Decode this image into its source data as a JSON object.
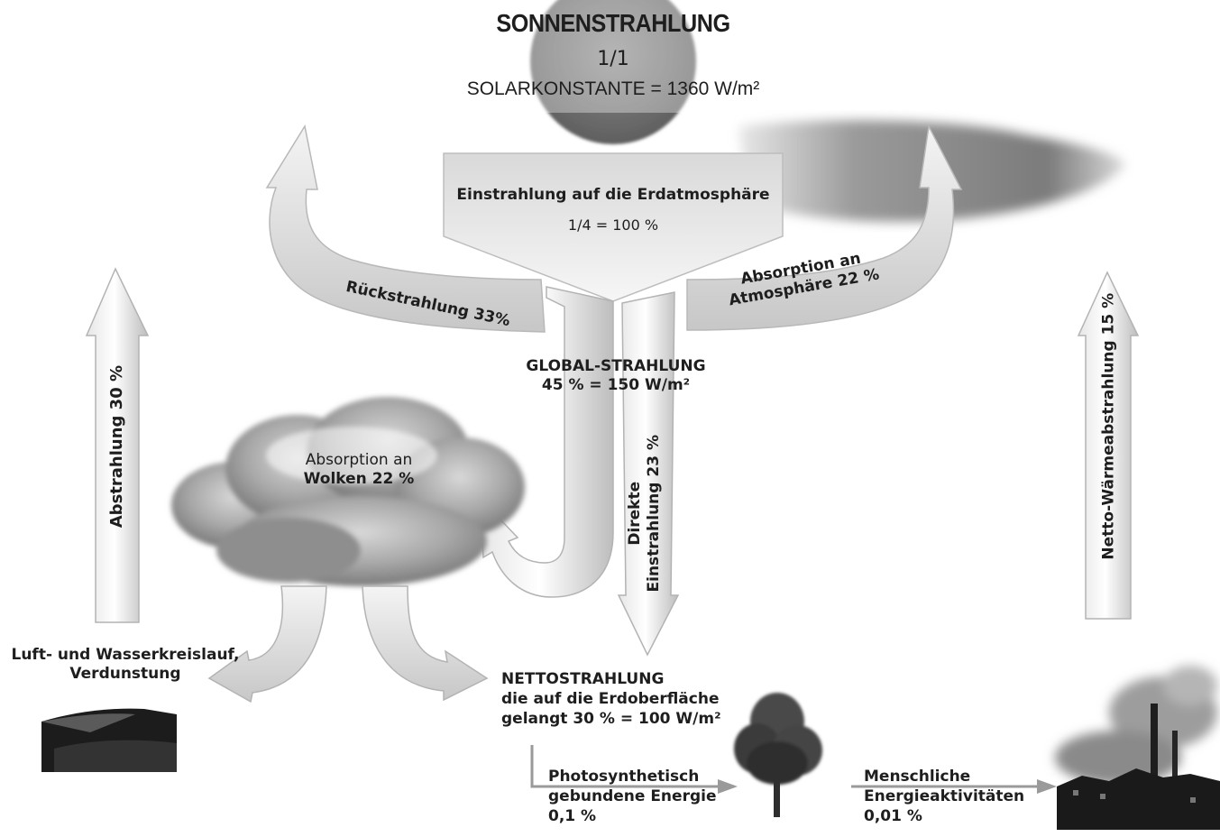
{
  "sun": {
    "title": "SONNENSTRAHLUNG",
    "ratio": "1/1",
    "constant": "SOLARKONSTANTE = 1360 W/m²"
  },
  "incoming": {
    "label": "Einstrahlung auf die Erdatmosphäre",
    "value": "1/4 = 100 %"
  },
  "reflection": {
    "label": "Rückstrahlung 33%"
  },
  "atmosphere_absorption": {
    "line1": "Absorption an",
    "line2": "Atmosphäre 22 %"
  },
  "global_radiation": {
    "line1": "GLOBAL-STRAHLUNG",
    "line2": "45 % = 150 W/m²"
  },
  "clouds": {
    "line1": "Absorption an",
    "line2": "Wolken 22 %"
  },
  "direct": {
    "line1": "Direkte",
    "line2": "Einstrahlung 23 %"
  },
  "emission": {
    "label": "Abstrahlung 30 %"
  },
  "net_heat": {
    "label": "Netto-Wärmeabstrahlung 15 %"
  },
  "water_cycle": {
    "line1": "Luft- und Wasserkreislauf,",
    "line2": "Verdunstung"
  },
  "net_radiation": {
    "line1": "NETTOSTRAHLUNG",
    "line2": "die auf die Erdoberfläche",
    "line3": "gelangt 30 % = 100 W/m²"
  },
  "photosynthesis": {
    "line1": "Photosynthetisch",
    "line2": "gebundene Energie",
    "line3": "0,1 %"
  },
  "human": {
    "line1": "Menschliche",
    "line2": "Energieaktivitäten",
    "line3": "0,01 %"
  }
}
